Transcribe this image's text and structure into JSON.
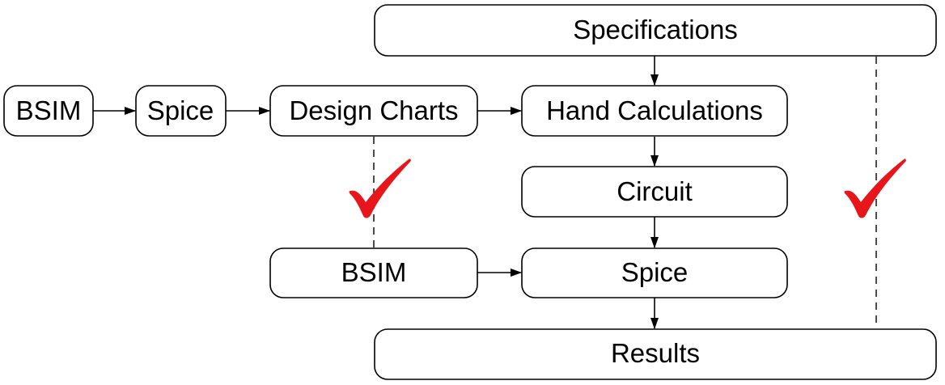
{
  "diagram": {
    "nodes": {
      "specifications": "Specifications",
      "bsim_top": "BSIM",
      "spice_top": "Spice",
      "design_charts": "Design Charts",
      "hand_calculations": "Hand Calculations",
      "circuit": "Circuit",
      "bsim_bottom": "BSIM",
      "spice_bottom": "Spice",
      "results": "Results"
    },
    "edges": [
      {
        "from": "bsim_top",
        "to": "spice_top"
      },
      {
        "from": "spice_top",
        "to": "design_charts"
      },
      {
        "from": "design_charts",
        "to": "hand_calculations"
      },
      {
        "from": "specifications",
        "to": "hand_calculations"
      },
      {
        "from": "hand_calculations",
        "to": "circuit"
      },
      {
        "from": "circuit",
        "to": "spice_bottom"
      },
      {
        "from": "bsim_bottom",
        "to": "spice_bottom"
      },
      {
        "from": "spice_bottom",
        "to": "results"
      }
    ],
    "dashed_links": [
      {
        "from": "design_charts",
        "to": "bsim_bottom"
      },
      {
        "from": "specifications",
        "to": "results"
      }
    ],
    "marks": [
      {
        "icon": "checkmark-icon",
        "color": "#e8161b"
      },
      {
        "icon": "checkmark-icon",
        "color": "#e8161b"
      }
    ]
  }
}
